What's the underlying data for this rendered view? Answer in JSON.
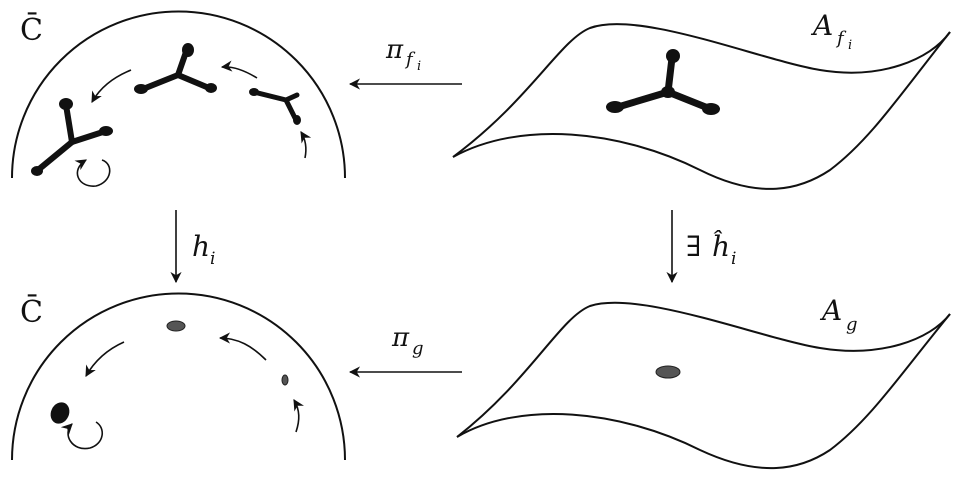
{
  "labels": {
    "top_left_space": "C̄",
    "bottom_left_space": "C̄",
    "top_right_surface": "A",
    "top_right_surface_sub": "f",
    "top_right_surface_subsub": "i",
    "bottom_right_surface": "A",
    "bottom_right_surface_sub": "g",
    "top_map": "π",
    "top_map_sub": "f",
    "top_map_subsub": "i",
    "bottom_map": "π",
    "bottom_map_sub": "g",
    "left_vertical_map": "h",
    "left_vertical_map_sub": "i",
    "right_vertical_exists": "∃",
    "right_vertical_map": "ĥ",
    "right_vertical_map_sub": "i"
  },
  "colors": {
    "ink": "#111111",
    "paper": "#ffffff",
    "grey_point": "#555555"
  }
}
